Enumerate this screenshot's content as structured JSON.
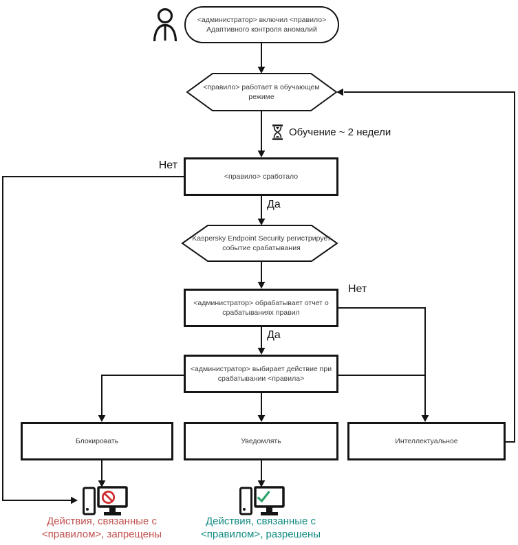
{
  "nodes": {
    "start": {
      "line1": "<администратор> включил <правило>",
      "line2": "Адаптивного контроля аномалий"
    },
    "learning": {
      "line1": "<правило> работает в обучающем",
      "line2": "режиме"
    },
    "training": {
      "label": "Обучение ~ 2 недели"
    },
    "triggered": {
      "label": "<правило> сработало"
    },
    "registers": {
      "line1": "Kaspersky Endpoint Security регистрирует",
      "line2": "событие срабатывания"
    },
    "report": {
      "line1": "<администратор> обрабатывает отчет о",
      "line2": "срабатываниях правил"
    },
    "choose": {
      "line1": "<администратор> выбирает действие при",
      "line2": "срабатывании <правила>"
    },
    "block": {
      "label": "Блокировать"
    },
    "notify": {
      "label": "Уведомлять"
    },
    "smart": {
      "label": "Интеллектуальное"
    },
    "denied": {
      "line1": "Действия, связанные с",
      "line2": "<правилом>, запрещены"
    },
    "allowed": {
      "line1": "Действия, связанные с",
      "line2": "<правилом>, разрешены"
    }
  },
  "edge_labels": {
    "no_triggered": "Нет",
    "yes_triggered": "Да",
    "no_report": "Нет",
    "yes_report": "Да"
  },
  "icons": {
    "administrator": "person-icon",
    "training": "hourglass-icon",
    "denied": "prohibition-icon",
    "allowed": "checkmark-icon",
    "result_left": "computer-icon",
    "result_right": "computer-icon"
  },
  "colors": {
    "line": "#141414",
    "denied_text": "#c0504d",
    "allowed_text": "#0f8a80",
    "prohibit_icon": "#cf2e31",
    "check_icon": "#2fa26b"
  }
}
